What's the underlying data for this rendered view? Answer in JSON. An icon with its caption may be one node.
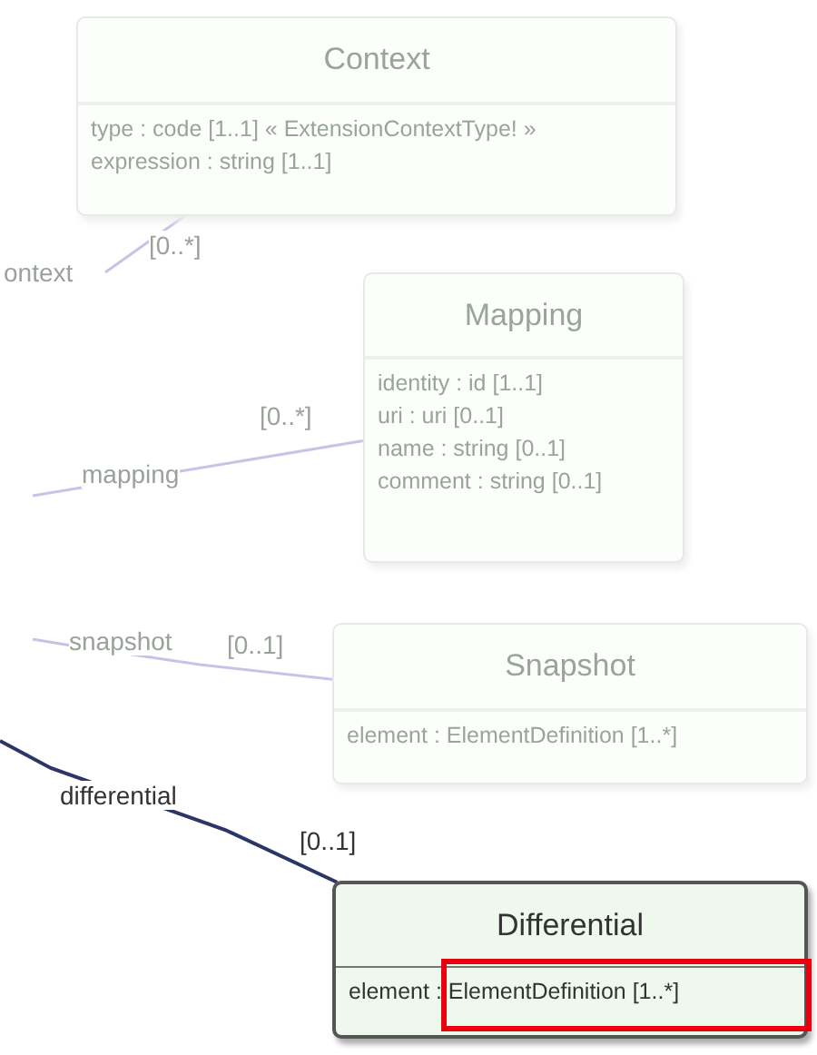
{
  "diagram": {
    "nodes": [
      {
        "text": [
          "Context",
          "type : code [1..1] « ExtensionContextType! »",
          "expression : string [1..1]"
        ]
      },
      {
        "text": [
          "Mapping",
          "identity : id [1..1]",
          "uri : uri [0..1]",
          "name : string [0..1]",
          "comment : string [0..1]"
        ]
      },
      {
        "text": [
          "Snapshot",
          "element : ElementDefinition [1..*]"
        ]
      },
      {
        "text": [
          "Differential",
          "element : ElementDefinition [1..*]"
        ]
      }
    ],
    "edges": [
      {
        "from": null,
        "to": 0,
        "arrow": "none",
        "label": "ontext"
      },
      {
        "from": null,
        "to": 1,
        "arrow": "none",
        "label": "mapping"
      },
      {
        "from": null,
        "to": 2,
        "arrow": "none",
        "label": "snapshot"
      },
      {
        "from": null,
        "to": 3,
        "arrow": "none",
        "label": "differential",
        "color": "#2b3566"
      }
    ],
    "labels": [
      "[0..*]",
      "[0..*]",
      "[0..1]",
      "[0..1]"
    ]
  }
}
